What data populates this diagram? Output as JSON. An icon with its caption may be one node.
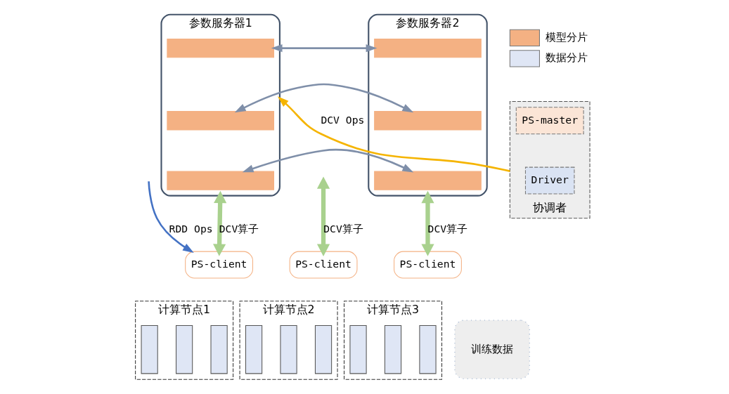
{
  "diagram": {
    "nodes": [
      {
        "text": [
          "参数服务器1"
        ]
      },
      {
        "text": [],
        "shape": "bar",
        "in": 0
      },
      {
        "text": [],
        "shape": "bar",
        "in": 0
      },
      {
        "text": [],
        "shape": "bar",
        "in": 0
      },
      {
        "text": [
          "参数服务器2"
        ]
      },
      {
        "text": [],
        "shape": "bar",
        "in": 4
      },
      {
        "text": [],
        "shape": "bar",
        "in": 4
      },
      {
        "text": [],
        "shape": "bar",
        "in": 4
      },
      {
        "text": [
          "协调者"
        ]
      },
      {
        "text": [
          "PS-master"
        ],
        "in": 8
      },
      {
        "text": [
          "Driver"
        ],
        "in": 8
      },
      {
        "text": [
          "训练数据"
        ]
      },
      {
        "text": [
          "计算节点1"
        ]
      },
      {
        "text": [],
        "shape": "bar",
        "in": 12
      },
      {
        "text": [],
        "shape": "bar",
        "in": 12
      },
      {
        "text": [],
        "shape": "bar",
        "in": 12
      },
      {
        "text": [
          "计算节点2"
        ]
      },
      {
        "text": [],
        "shape": "bar",
        "in": 16
      },
      {
        "text": [],
        "shape": "bar",
        "in": 16
      },
      {
        "text": [],
        "shape": "bar",
        "in": 16
      },
      {
        "text": [
          "计算节点3"
        ]
      },
      {
        "text": [],
        "shape": "bar",
        "in": 20
      },
      {
        "text": [],
        "shape": "bar",
        "in": 20
      },
      {
        "text": [],
        "shape": "bar",
        "in": 20
      },
      {
        "text": [
          "PS-client"
        ]
      },
      {
        "text": [
          "PS-client"
        ]
      },
      {
        "text": [
          "PS-client"
        ]
      }
    ],
    "edges": [
      {
        "from": 8,
        "to": 0,
        "arrow": "to",
        "label": "DCV Ops",
        "color": "#f5b400"
      },
      {
        "from": 1,
        "to": 5,
        "arrow": "both"
      },
      {
        "from": 2,
        "to": 6,
        "arrow": "both"
      },
      {
        "from": 3,
        "to": 7,
        "arrow": "both"
      },
      {
        "from": 0,
        "to": 24,
        "arrow": "both",
        "label": "DCV算子",
        "style": "thick",
        "color": "#a9d18e"
      },
      {
        "from": null,
        "to": 25,
        "arrow": "both",
        "label": "DCV算子",
        "style": "thick",
        "color": "#a9d18e"
      },
      {
        "from": 4,
        "to": 26,
        "arrow": "both",
        "label": "DCV算子",
        "style": "thick",
        "color": "#a9d18e"
      },
      {
        "from": null,
        "to": 24,
        "arrow": "to",
        "label": "RDD Ops",
        "color": "#4472c4"
      }
    ],
    "legend": [
      {
        "text": "模型分片",
        "color": "#f4b183"
      },
      {
        "text": "数据分片"
      }
    ]
  }
}
